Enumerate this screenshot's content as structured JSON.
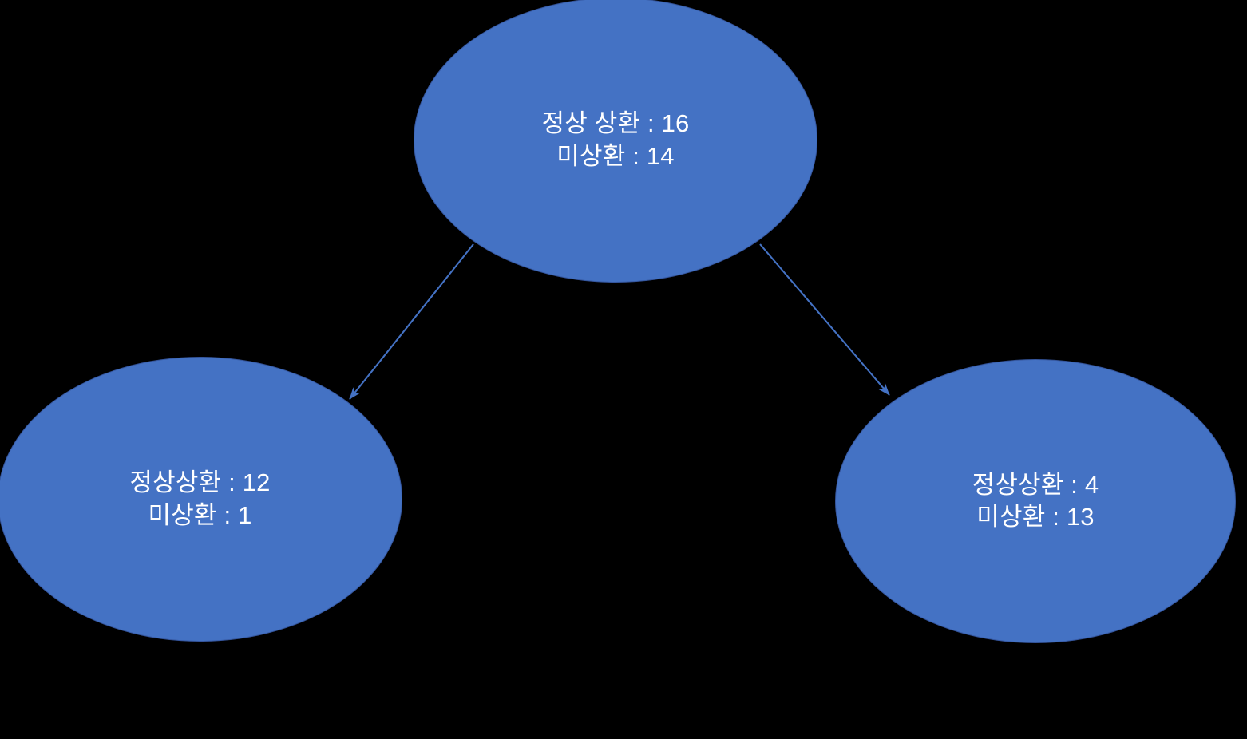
{
  "diagram": {
    "type": "decision-tree",
    "background_color": "#000000",
    "node_fill_color": "#4472C4",
    "node_border_color": "#35569E",
    "node_text_color": "#FFFFFF",
    "edge_color": "#4472C4",
    "nodes": [
      {
        "id": "root",
        "role": "parent",
        "line1": "정상 상환 : 16",
        "line2": "미상환 : 14",
        "normal_repayment": 16,
        "unpaid": 14
      },
      {
        "id": "left",
        "role": "child",
        "line1": "정상상환 : 12",
        "line2": "미상환 : 1",
        "normal_repayment": 12,
        "unpaid": 1
      },
      {
        "id": "right",
        "role": "child",
        "line1": "정상상환 : 4",
        "line2": "미상환 : 13",
        "normal_repayment": 4,
        "unpaid": 13
      }
    ],
    "edges": [
      {
        "id": "root-to-left",
        "from": "root",
        "to": "left",
        "label": ""
      },
      {
        "id": "root-to-right",
        "from": "root",
        "to": "right",
        "label": ""
      }
    ]
  }
}
